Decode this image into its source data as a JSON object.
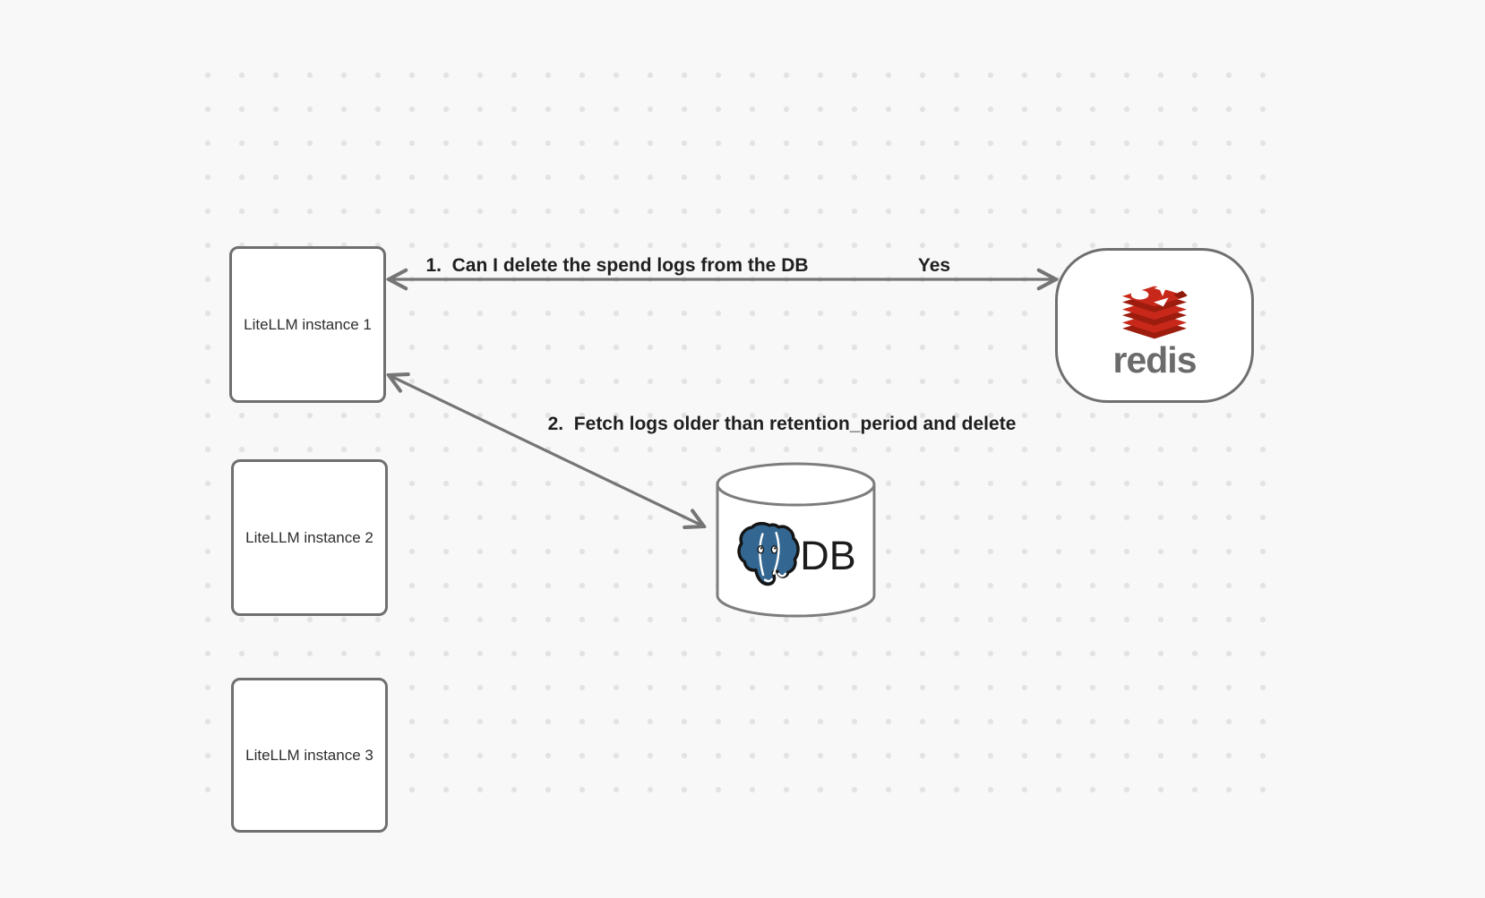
{
  "diagram": {
    "background_color": "#f8f8f8",
    "dot_color": "#e3e3e3",
    "stroke_color": "#6f6f6f",
    "nodes": {
      "instances": [
        {
          "label": "LiteLLM instance 1"
        },
        {
          "label": "LiteLLM instance 2"
        },
        {
          "label": "LiteLLM instance 3"
        }
      ],
      "redis": {
        "wordmark": "redis",
        "logo_red": "#c8281a",
        "logo_dark_red": "#9c1c0e"
      },
      "db": {
        "label": "DB",
        "elephant_blue": "#336791"
      }
    },
    "edges": [
      {
        "from": "redis",
        "to": "LiteLLM instance 1",
        "label": "1.  Can I delete the spend logs from the DB",
        "response": "Yes",
        "style": "double-arrow"
      },
      {
        "from": "DB",
        "to": "LiteLLM instance 1",
        "label": "2.  Fetch logs older than retention_period and delete",
        "style": "double-arrow"
      }
    ]
  }
}
